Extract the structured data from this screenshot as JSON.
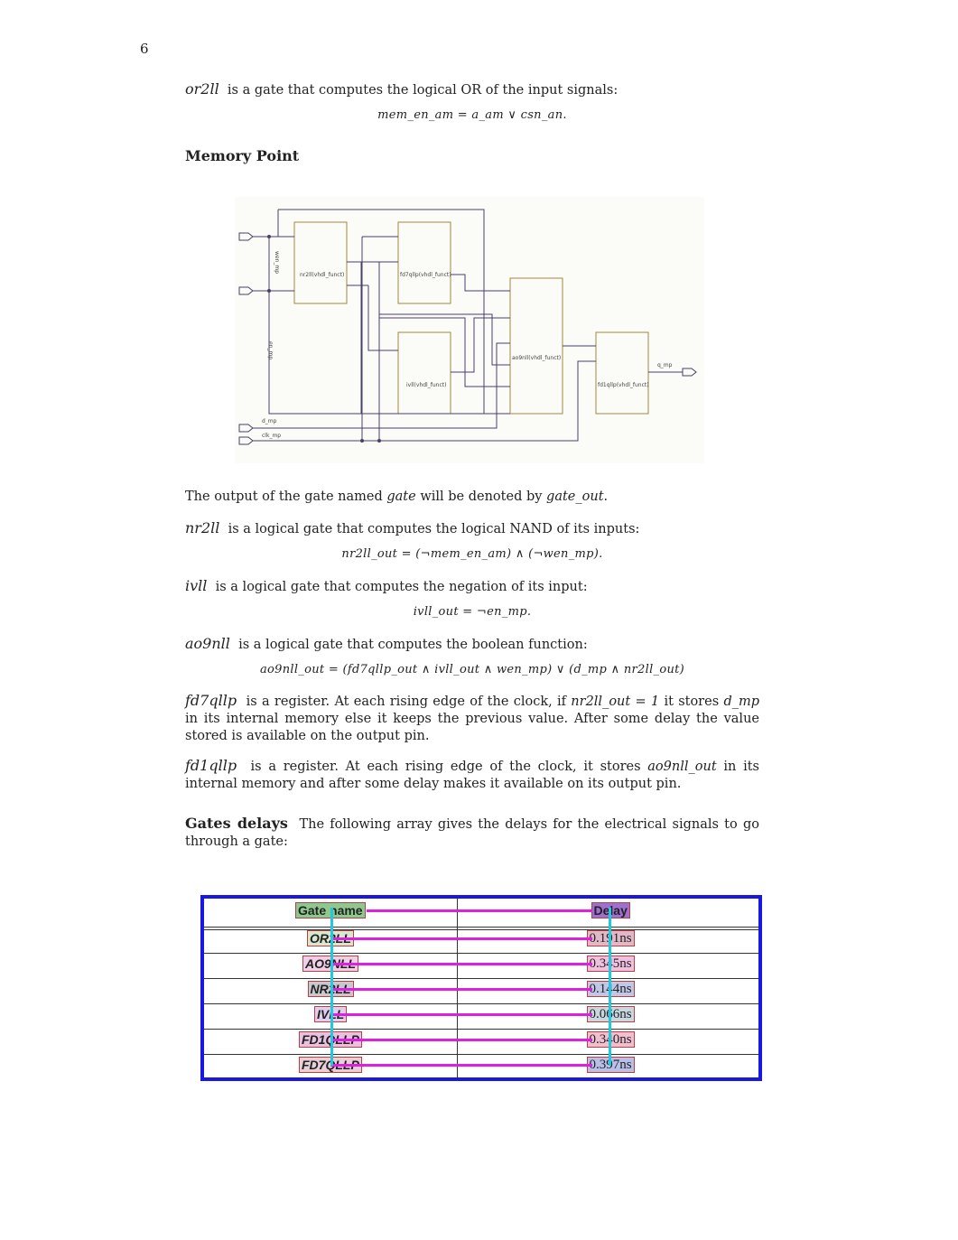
{
  "page_number": "6",
  "or2ll": {
    "name": "or2ll",
    "text": "is a gate that computes the logical OR of the input signals:",
    "formula": "mem_en_am = a_am ∨ csn_an."
  },
  "memory_point": {
    "heading": "Memory Point",
    "circuit": {
      "blocks": [
        "nr2ll(vhdl_funct)",
        "fd7qllp(vhdl_funct)",
        "ivll(vhdl_funct)",
        "ao9nll(vhdl_funct)",
        "fd1qllp(vhdl_funct)"
      ],
      "signals": [
        "wen_mp",
        "en_mp",
        "d_mp",
        "clk_mp",
        "q_mp"
      ]
    }
  },
  "output_note": {
    "prefix": "The output of the gate named ",
    "gate_word": "gate",
    "middle": " will be denoted by ",
    "math": "gate_out",
    "suffix": "."
  },
  "nr2ll": {
    "name": "nr2ll",
    "text": "is a logical gate that computes the logical NAND of its inputs:",
    "formula": "nr2ll_out = (¬mem_en_am) ∧ (¬wen_mp)."
  },
  "ivll": {
    "name": "ivll",
    "text": "is a logical gate that computes the negation of its input:",
    "formula": "ivll_out = ¬en_mp."
  },
  "ao9nll": {
    "name": "ao9nll",
    "text": "is a logical gate that computes the boolean function:",
    "formula": "ao9nll_out = (fd7qllp_out ∧ ivll_out ∧ wen_mp) ∨ (d_mp ∧ nr2ll_out)"
  },
  "fd7qllp": {
    "name": "fd7qllp",
    "text_a": "is a register. At each rising edge of the clock, if ",
    "math_a": "nr2ll_out = 1",
    "text_b": " it stores ",
    "math_b": "d_mp",
    "text_c": " in its internal memory else it keeps the previous value. After some delay the value stored is available on the output pin."
  },
  "fd1qllp": {
    "name": "fd1qllp",
    "text_a": "is a register. At each rising edge of the clock, it stores ",
    "math_a": "ao9nll_out",
    "text_b": " in its internal memory and after some delay makes it available on its output pin."
  },
  "gates_delays": {
    "heading": "Gates delays",
    "text": "The following array gives the delays for the electrical signals to go through a gate:"
  },
  "delay_table": {
    "headers": [
      "Gate name",
      "Delay"
    ],
    "rows": [
      {
        "gate": "OR2LL",
        "delay": "0.191ns"
      },
      {
        "gate": "AO9NLL",
        "delay": "0.345ns"
      },
      {
        "gate": "NR2LL",
        "delay": "0.144ns"
      },
      {
        "gate": "IVLL",
        "delay": "0.066ns"
      },
      {
        "gate": "FD1QLLP",
        "delay": "0.340ns"
      },
      {
        "gate": "FD7QLLP",
        "delay": "0.397ns"
      }
    ]
  }
}
